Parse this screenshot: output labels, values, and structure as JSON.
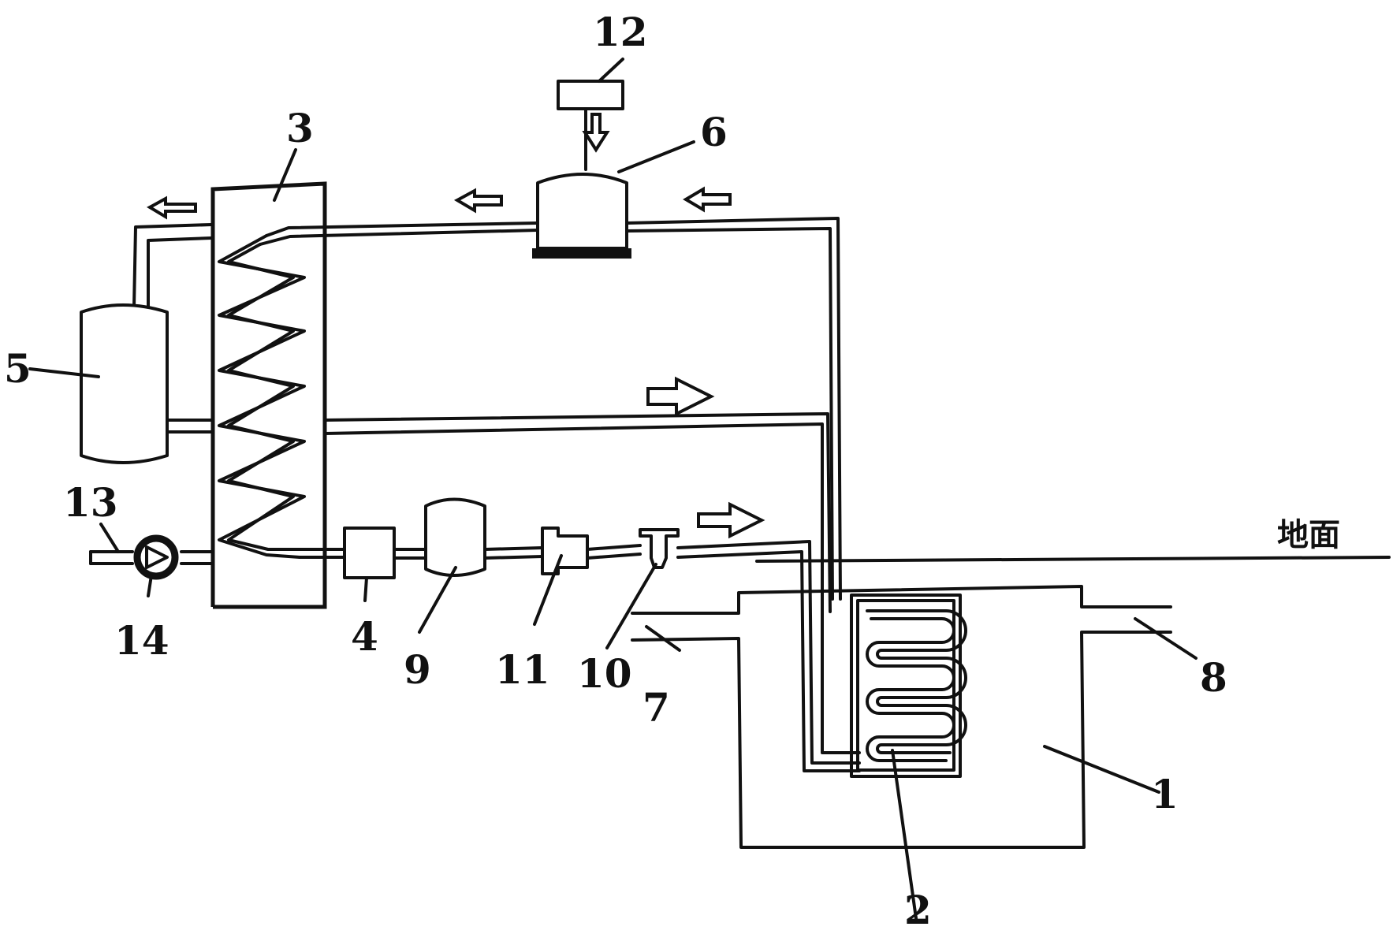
{
  "ground_label": "地面",
  "labels": {
    "l1": "1",
    "l2": "2",
    "l3": "3",
    "l4": "4",
    "l5": "5",
    "l6": "6",
    "l7": "7",
    "l8": "8",
    "l9": "9",
    "l10": "10",
    "l11": "11",
    "l12": "12",
    "l13": "13",
    "l14": "14"
  },
  "colors": {
    "line": "#111111",
    "background": "#ffffff"
  }
}
